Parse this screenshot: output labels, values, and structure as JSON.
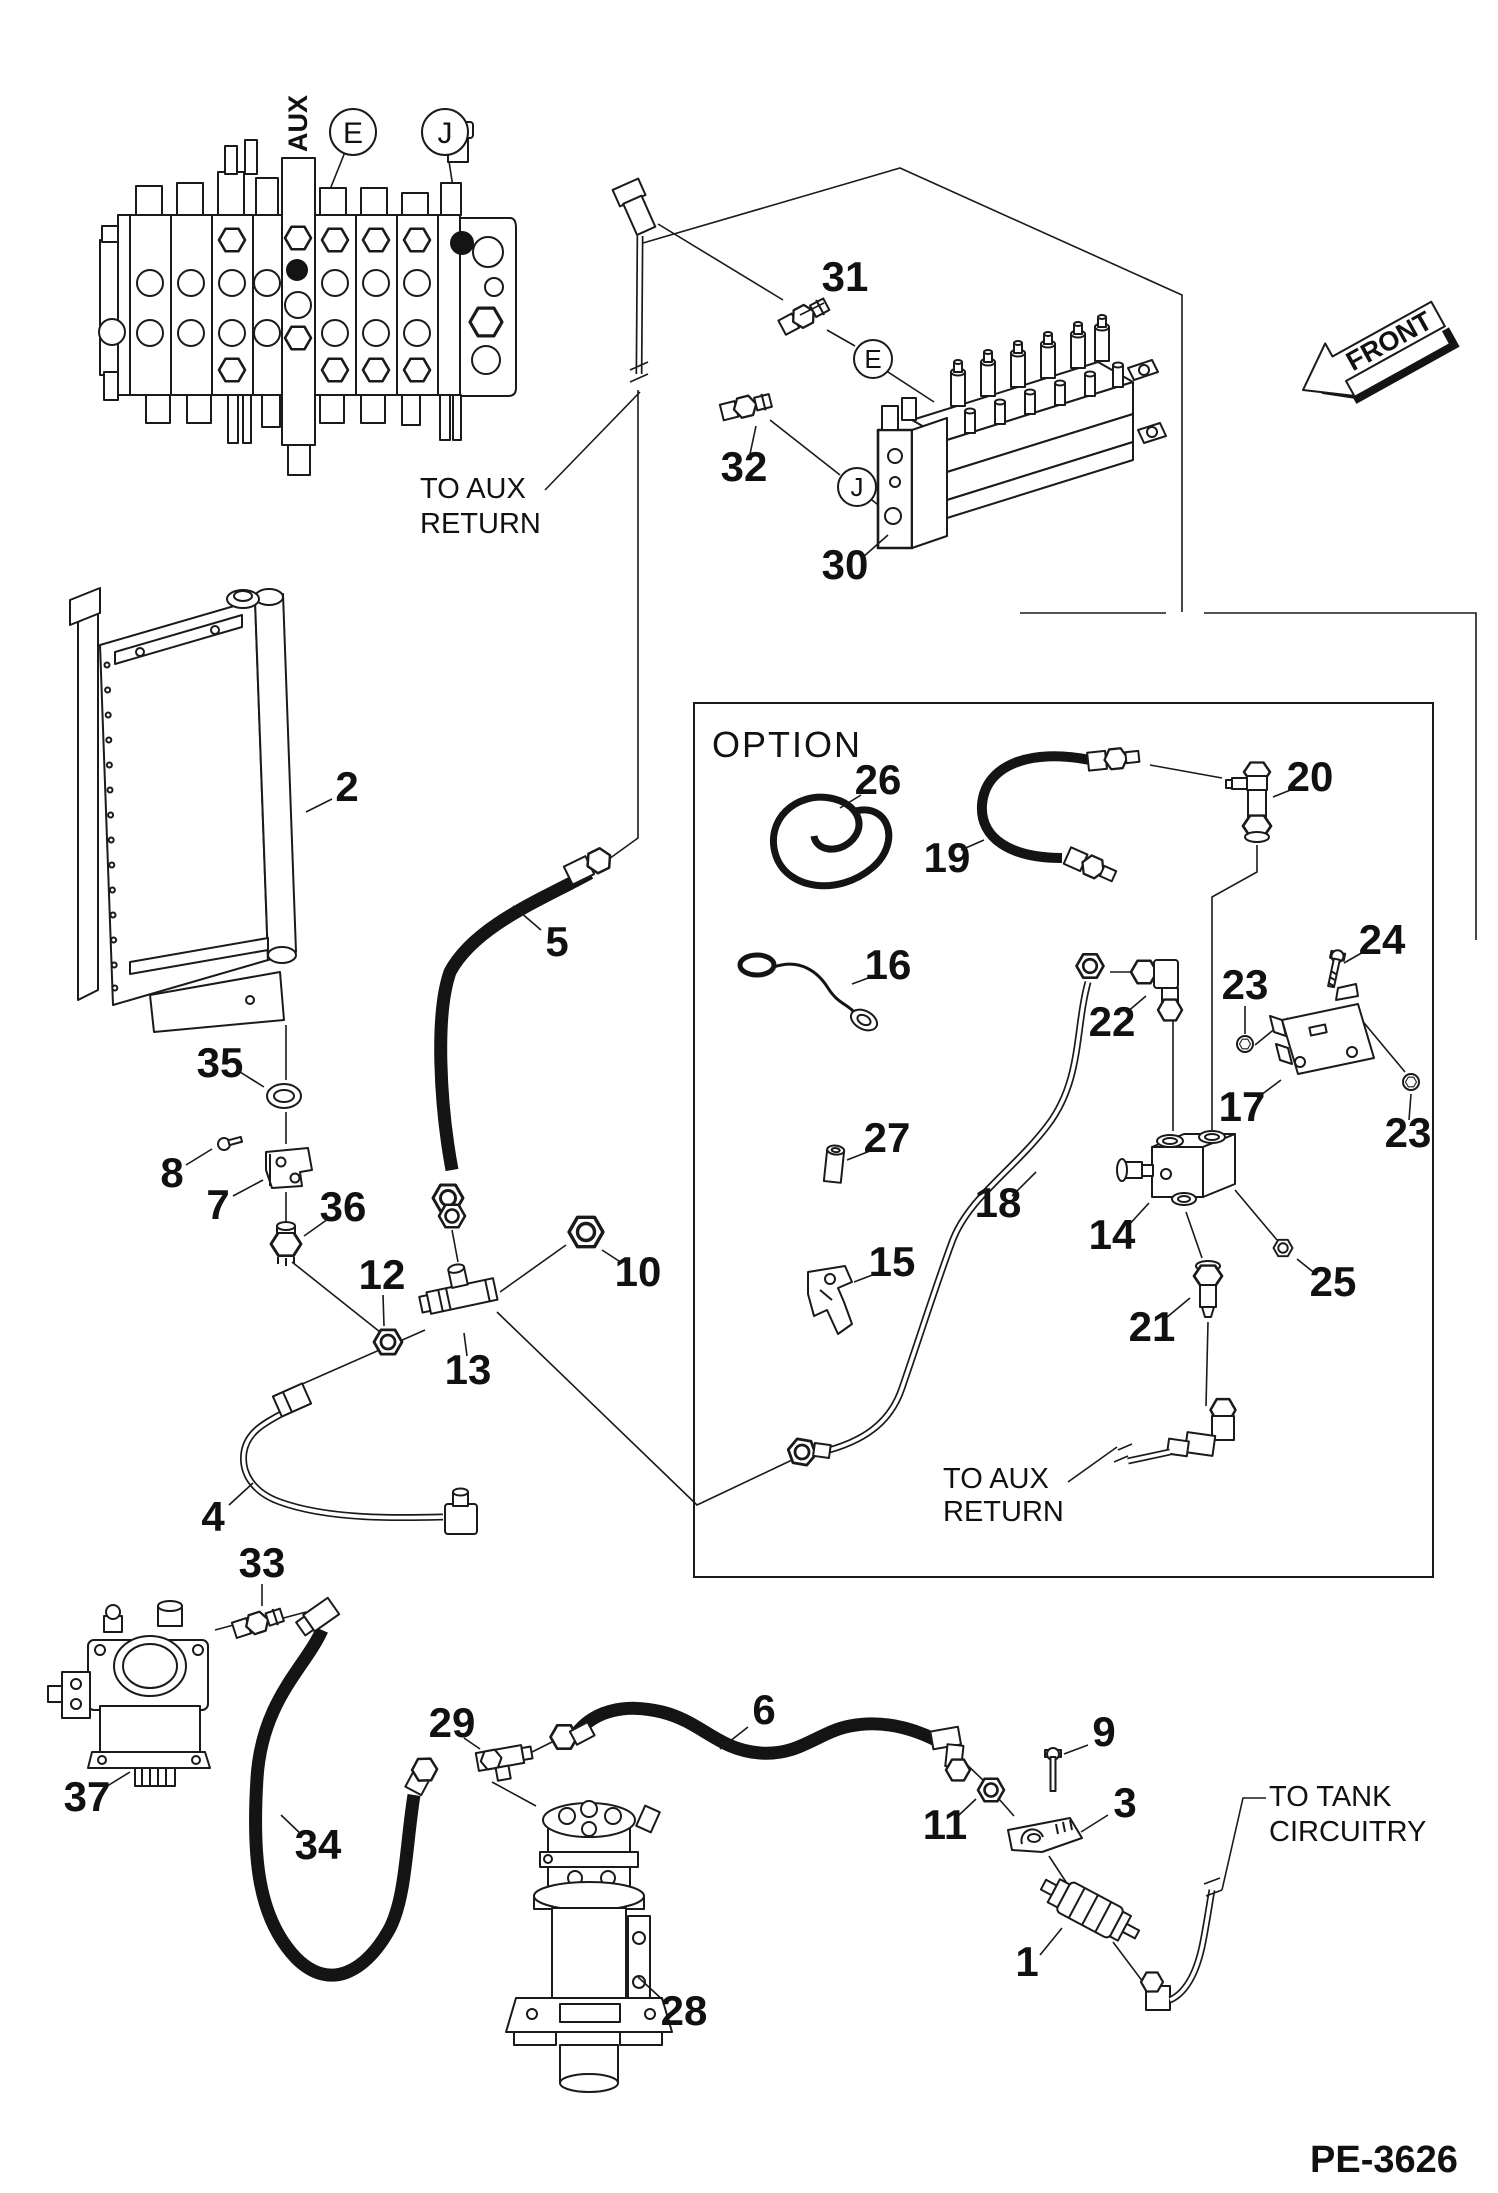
{
  "drawing": {
    "code": "PE-3626",
    "box_label": "OPTION",
    "front_label": "FRONT",
    "aux_label": "AUX",
    "port_e": "E",
    "port_j": "J",
    "to_aux_return_top": {
      "l1": "TO AUX",
      "l2": "RETURN"
    },
    "to_aux_return_mid": {
      "l1": "TO AUX",
      "l2": "RETURN"
    },
    "to_tank": {
      "l1": "TO TANK",
      "l2": "CIRCUITRY"
    }
  },
  "parts": {
    "p1": "1",
    "p2": "2",
    "p3": "3",
    "p4": "4",
    "p5": "5",
    "p6": "6",
    "p7": "7",
    "p8": "8",
    "p9": "9",
    "p10": "10",
    "p11": "11",
    "p12": "12",
    "p13": "13",
    "p14": "14",
    "p15": "15",
    "p16": "16",
    "p17": "17",
    "p18": "18",
    "p19": "19",
    "p20": "20",
    "p21": "21",
    "p22": "22",
    "p23": "23",
    "p24": "24",
    "p25": "25",
    "p26": "26",
    "p27": "27",
    "p28": "28",
    "p29": "29",
    "p30": "30",
    "p31": "31",
    "p32": "32",
    "p33": "33",
    "p34": "34",
    "p35": "35",
    "p36": "36",
    "p37": "37"
  }
}
